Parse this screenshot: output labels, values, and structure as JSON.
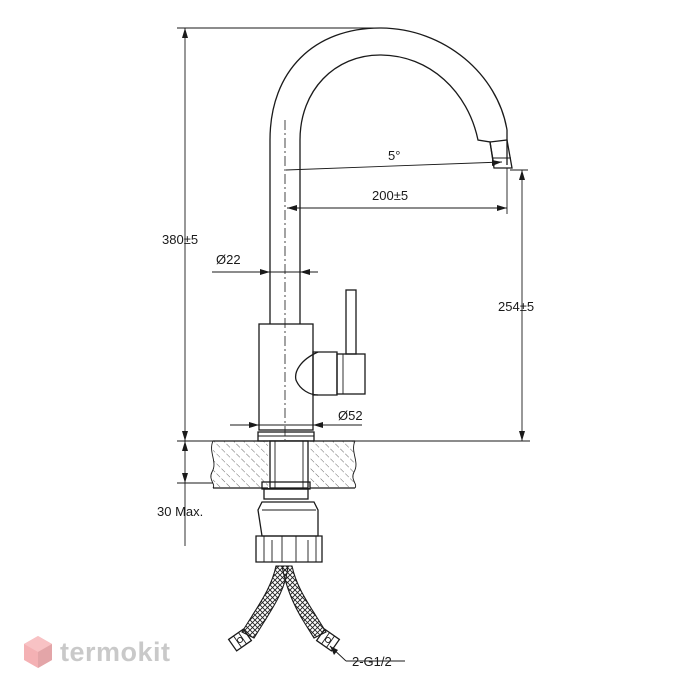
{
  "dimensions": {
    "total_height": "380±5",
    "spout_height": "254±5",
    "reach": "200±5",
    "swivel_angle": "5°",
    "spout_diameter": "Ø22",
    "body_diameter": "Ø52",
    "max_countertop": "30 Max.",
    "hose_thread": "2-G1/2"
  },
  "watermark": {
    "brand": "termokit",
    "logo_color": "#e8545a"
  },
  "colors": {
    "line": "#1a1a1a",
    "hatch": "#444444"
  }
}
